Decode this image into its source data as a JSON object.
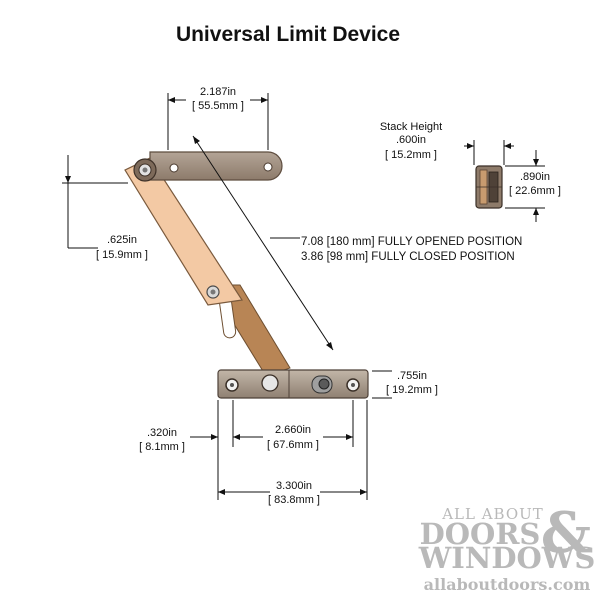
{
  "title": "Universal Limit Device",
  "stack_height": {
    "label": "Stack Height",
    "inch": ".600in",
    "mm": "15.2mm"
  },
  "dims": {
    "top_span": {
      "inch": "2.187in",
      "mm": "55.5mm"
    },
    "left_offset": {
      "inch": ".625in",
      "mm": "15.9mm"
    },
    "opened": "7.08 [180 mm] FULLY OPENED POSITION",
    "closed": "3.86 [98 mm] FULLY CLOSED POSITION",
    "side_height": {
      "inch": ".890in",
      "mm": "22.6mm"
    },
    "track_height": {
      "inch": ".755in",
      "mm": "19.2mm"
    },
    "end_offset": {
      "inch": ".320in",
      "mm": "8.1mm"
    },
    "hole_span": {
      "inch": "2.660in",
      "mm": "67.6mm"
    },
    "overall_length": {
      "inch": "3.300in",
      "mm": "83.8mm"
    }
  },
  "watermark": {
    "line1": "ALL ABOUT",
    "line2": "DOORS",
    "amp": "&",
    "line3": "WINDOWS",
    "url": "allaboutdoors.com"
  },
  "colors": {
    "arm": "#f3c9a4",
    "bronze": "#8a6a4a",
    "slot_arm": "#b88555",
    "body": "#a89a8c",
    "text": "#111111",
    "watermark": "#b9b9b9"
  }
}
